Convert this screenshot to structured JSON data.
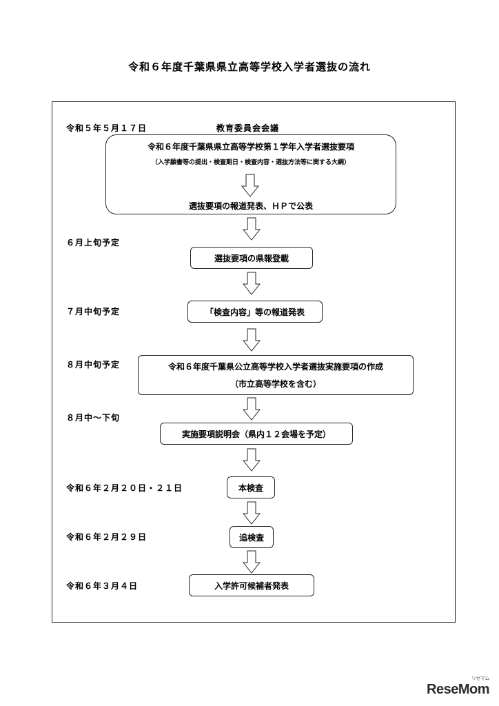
{
  "title": "令和６年度千葉県県立高等学校入学者選抜の流れ",
  "committee": "教育委員会会議",
  "steps": [
    {
      "date": "令和５年５月１７日",
      "line1": "令和６年度千葉県県立高等学校第１学年入学者選抜要項",
      "note": "（入学願書等の提出・検査期日・検査内容・選抜方法等に関する大綱）",
      "line2": "選抜要項の報道発表、ＨＰで公表"
    },
    {
      "date": "６月上旬予定",
      "label": "選抜要項の県報登載"
    },
    {
      "date": "７月中旬予定",
      "label": "「検査内容」等の報道発表"
    },
    {
      "date": "８月中旬予定",
      "line1": "令和６年度千葉県公立高等学校入学者選抜実施要項の作成",
      "line2": "（市立高等学校を含む）"
    },
    {
      "date": "８月中～下旬",
      "label": "実施要項説明会（県内１２会場を予定）"
    },
    {
      "date": "令和６年２月２０日・２１日",
      "label": "本検査"
    },
    {
      "date": "令和６年２月２９日",
      "label": "追検査"
    },
    {
      "date": "令和６年３月４日",
      "label": "入学許可候補者発表"
    }
  ],
  "logo": {
    "main": "ReseMom",
    "sub": "リセマム"
  }
}
